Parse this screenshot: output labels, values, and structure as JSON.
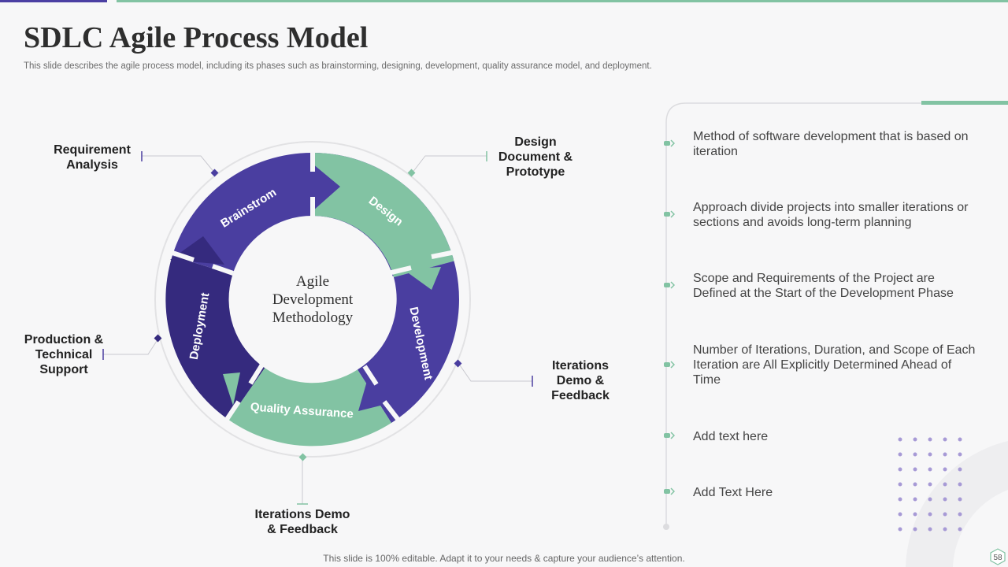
{
  "header": {
    "title": "SDLC Agile Process Model",
    "subtitle": "This slide describes the agile process model, including its phases such as brainstorming, designing, development, quality assurance model, and deployment."
  },
  "diagram": {
    "center_text": [
      "Agile",
      "Development",
      "Methodology"
    ],
    "segments": [
      {
        "label": "Brainstrom",
        "color": "#4a3ea0"
      },
      {
        "label": "Design",
        "color": "#82c3a3"
      },
      {
        "label": "Development",
        "color": "#4a3ea0"
      },
      {
        "label": "Quality Assurance",
        "color": "#82c3a3"
      },
      {
        "label": "Deployment",
        "color": "#352a7e"
      }
    ],
    "callouts": {
      "requirement": [
        "Requirement",
        "Analysis"
      ],
      "design_doc": [
        "Design",
        "Document &",
        "Prototype"
      ],
      "iterations_right": [
        "Iterations",
        "Demo &",
        "Feedback"
      ],
      "iterations_bottom": [
        "Iterations Demo",
        "& Feedback"
      ],
      "production": [
        "Production &",
        "Technical",
        "Support"
      ]
    }
  },
  "panel": {
    "items": [
      "Method of software development that is based on iteration",
      "Approach divide projects into smaller iterations or sections and avoids long-term planning",
      "Scope and Requirements of the Project are Defined at the Start of the Development Phase",
      "Number of Iterations, Duration, and Scope of Each Iteration are All Explicitly Determined Ahead of Time",
      "Add text here",
      "Add Text Here"
    ]
  },
  "footer": {
    "text": "This slide is 100% editable. Adapt it to your needs & capture your audience’s attention.",
    "page_number": "58"
  },
  "colors": {
    "purple": "#4a3ea0",
    "dark_purple": "#352a7e",
    "green": "#82c3a3",
    "dots": "#a79ad6"
  }
}
